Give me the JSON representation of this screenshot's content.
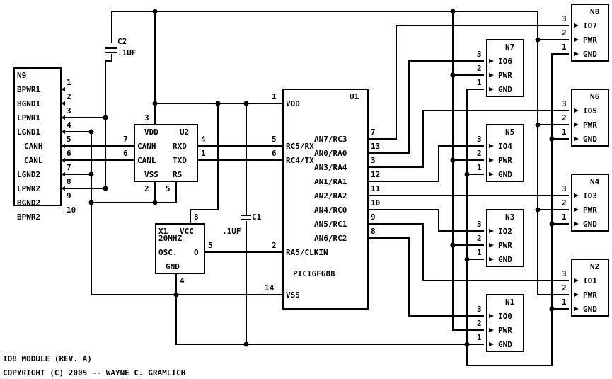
{
  "footer": {
    "line1": "IO8 MODULE (REV. A)",
    "line2": "COPYRIGHT (C) 2005 -- WAYNE C. GRAMLICH"
  },
  "c2": {
    "name": "C2",
    "value": ".1UF"
  },
  "c1": {
    "name": "C1",
    "value": ".1UF"
  },
  "n9": {
    "name": "N9",
    "pins": [
      {
        "label": "BPWR1",
        "num": "1"
      },
      {
        "label": "BGND1",
        "num": "2"
      },
      {
        "label": "LPWR1",
        "num": "3"
      },
      {
        "label": "LGND1",
        "num": "4"
      },
      {
        "label": "CANH",
        "num": "5"
      },
      {
        "label": "CANL",
        "num": "6"
      },
      {
        "label": "LGND2",
        "num": "7"
      },
      {
        "label": "LPWR2",
        "num": "8"
      },
      {
        "label": "BGND2",
        "num": "9"
      },
      {
        "label": "BPWR2",
        "num": "10"
      }
    ]
  },
  "u2": {
    "name": "U2",
    "vdd": "VDD",
    "canh": "CANH",
    "canl": "CANL",
    "vss": "VSS",
    "rxd": "RXD",
    "txd": "TXD",
    "rs": "RS",
    "pin3": "3",
    "pin7": "7",
    "pin6": "6",
    "pin4": "4",
    "pin1": "1",
    "pin2": "2",
    "pin5": "5"
  },
  "x1": {
    "name": "X1",
    "vcc": "VCC",
    "freq": "20MHZ",
    "osc": "OSC.",
    "o": "O",
    "gnd": "GND",
    "pin8": "8",
    "pin5": "5",
    "pin4": "4"
  },
  "u1": {
    "name": "U1",
    "part": "PIC16F688",
    "left": [
      {
        "label": "VDD",
        "num": "1"
      },
      {
        "label": "RC5/RX",
        "num": "5"
      },
      {
        "label": "RC4/TX",
        "num": "6"
      },
      {
        "label": "RA5/CLKIN",
        "num": "2"
      },
      {
        "label": "VSS",
        "num": "14"
      }
    ],
    "right": [
      {
        "label": "AN7/RC3",
        "num": "7"
      },
      {
        "label": "AN0/RA0",
        "num": "13"
      },
      {
        "label": "AN3/RA4",
        "num": "3"
      },
      {
        "label": "AN1/RA1",
        "num": "12"
      },
      {
        "label": "AN2/RA2",
        "num": "11"
      },
      {
        "label": "AN4/RC0",
        "num": "10"
      },
      {
        "label": "AN5/RC1",
        "num": "9"
      },
      {
        "label": "AN6/RC2",
        "num": "8"
      }
    ]
  },
  "connectors": [
    {
      "name": "N8",
      "io": "IO7",
      "pwr": "PWR",
      "gnd": "GND",
      "p3": "3",
      "p2": "2",
      "p1": "1"
    },
    {
      "name": "N7",
      "io": "IO6",
      "pwr": "PWR",
      "gnd": "GND",
      "p3": "3",
      "p2": "2",
      "p1": "1"
    },
    {
      "name": "N6",
      "io": "IO5",
      "pwr": "PWR",
      "gnd": "GND",
      "p3": "3",
      "p2": "2",
      "p1": "1"
    },
    {
      "name": "N5",
      "io": "IO4",
      "pwr": "PWR",
      "gnd": "GND",
      "p3": "3",
      "p2": "2",
      "p1": "1"
    },
    {
      "name": "N4",
      "io": "IO3",
      "pwr": "PWR",
      "gnd": "GND",
      "p3": "3",
      "p2": "2",
      "p1": "1"
    },
    {
      "name": "N3",
      "io": "IO2",
      "pwr": "PWR",
      "gnd": "GND",
      "p3": "3",
      "p2": "2",
      "p1": "1"
    },
    {
      "name": "N2",
      "io": "IO1",
      "pwr": "PWR",
      "gnd": "GND",
      "p3": "3",
      "p2": "2",
      "p1": "1"
    },
    {
      "name": "N1",
      "io": "IO0",
      "pwr": "PWR",
      "gnd": "GND",
      "p3": "3",
      "p2": "2",
      "p1": "1"
    }
  ]
}
